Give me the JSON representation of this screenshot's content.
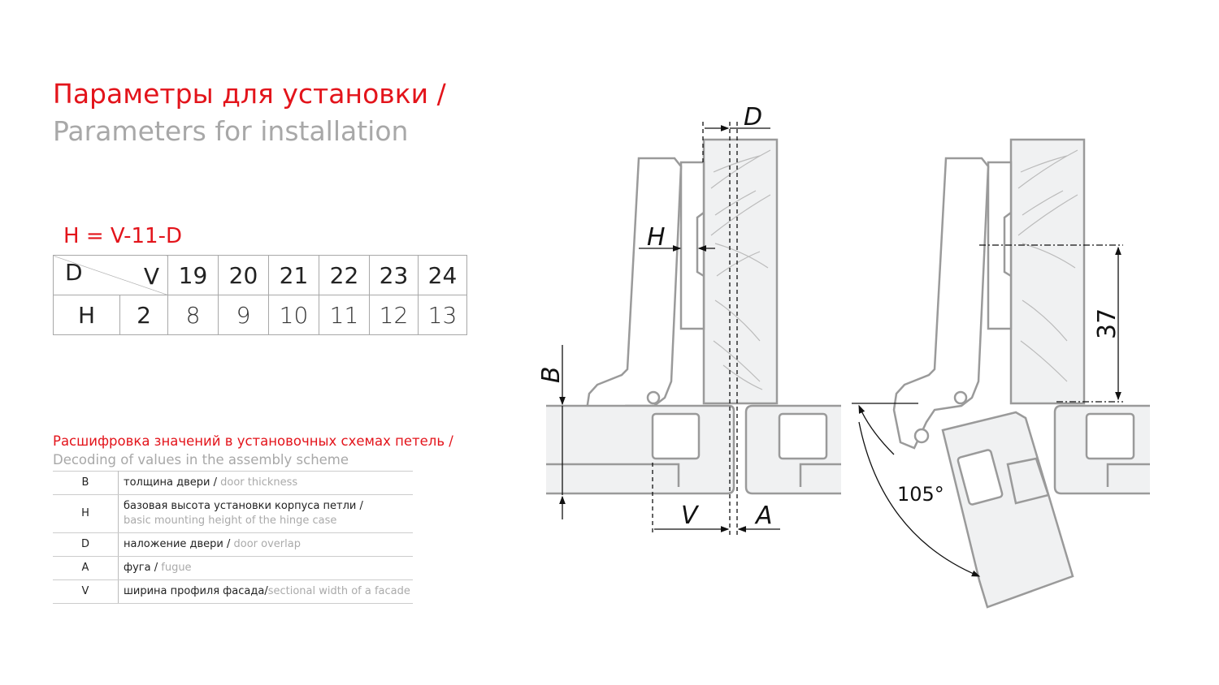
{
  "title": {
    "ru": "Параметры для установки /",
    "en": "Parameters for installation"
  },
  "formula": "H = V-11-D",
  "param_table": {
    "corner_d": "D",
    "corner_v": "V",
    "v_values": [
      "19",
      "20",
      "21",
      "22",
      "23",
      "24"
    ],
    "row_label": "H",
    "d_value": "2",
    "h_values": [
      "8",
      "9",
      "10",
      "11",
      "12",
      "13"
    ]
  },
  "decoding": {
    "title_ru": "Расшифровка значений в установочных схемах петель /",
    "title_en": "Decoding of values in the assembly scheme",
    "rows": [
      {
        "key": "B",
        "ru": "толщина двери / ",
        "en": "door thickness"
      },
      {
        "key": "H",
        "ru": "базовая высота установки корпуса петли /",
        "en": "basic mounting height of the hinge case"
      },
      {
        "key": "D",
        "ru": "наложение двери / ",
        "en": "door overlap"
      },
      {
        "key": "A",
        "ru": "фуга / ",
        "en": "fugue"
      },
      {
        "key": "V",
        "ru": "ширина профиля фасада/",
        "en": "sectional width of a facade"
      }
    ]
  },
  "diagram": {
    "labels": {
      "D": "D",
      "H": "H",
      "B": "B",
      "V": "V",
      "A": "A"
    },
    "dimension_37": "37",
    "angle": "105°"
  }
}
